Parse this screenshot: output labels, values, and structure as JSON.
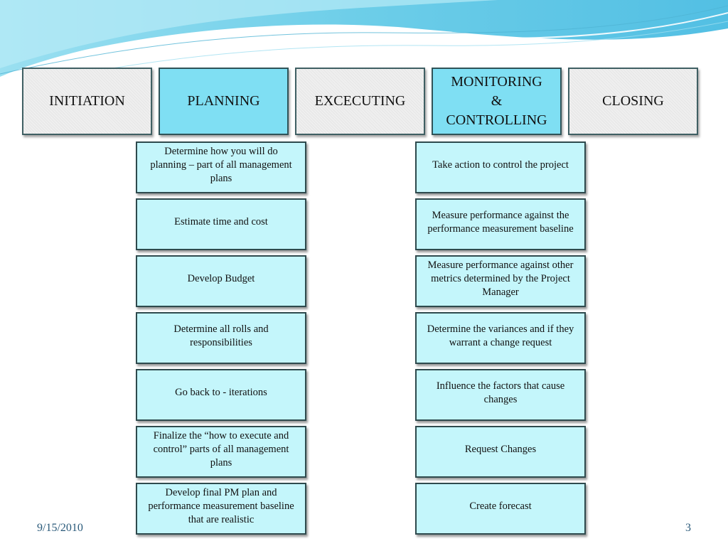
{
  "phases": [
    {
      "label": "INITIATION",
      "style": "gray"
    },
    {
      "label": "PLANNING",
      "style": "blue"
    },
    {
      "label": "EXCECUTING",
      "style": "gray"
    },
    {
      "label": "MONITORING\n&\nCONTROLLING",
      "style": "blue"
    },
    {
      "label": "CLOSING",
      "style": "gray"
    }
  ],
  "planning_steps": [
    "Determine how you will do planning – part of all management plans",
    "Estimate time and cost",
    "Develop Budget",
    "Determine all rolls and responsibilities",
    "Go back to - iterations",
    "Finalize the “how to execute and control” parts of all management plans",
    "Develop final PM plan and performance measurement baseline that are realistic"
  ],
  "monitoring_steps": [
    "Take action to control the project",
    "Measure performance against the performance measurement baseline",
    "Measure performance against other metrics determined by the Project Manager",
    "Determine the variances and if they warrant a change request",
    "Influence the factors that cause changes",
    "Request Changes",
    "Create forecast"
  ],
  "footer": {
    "date": "9/15/2010",
    "page_number": "3"
  },
  "colors": {
    "phase_gray": "#e8e8e8",
    "phase_blue": "#7fdff3",
    "step_fill": "#c4f6fb",
    "step_border": "#2e4a4d",
    "wave": "#5cc8e6"
  }
}
